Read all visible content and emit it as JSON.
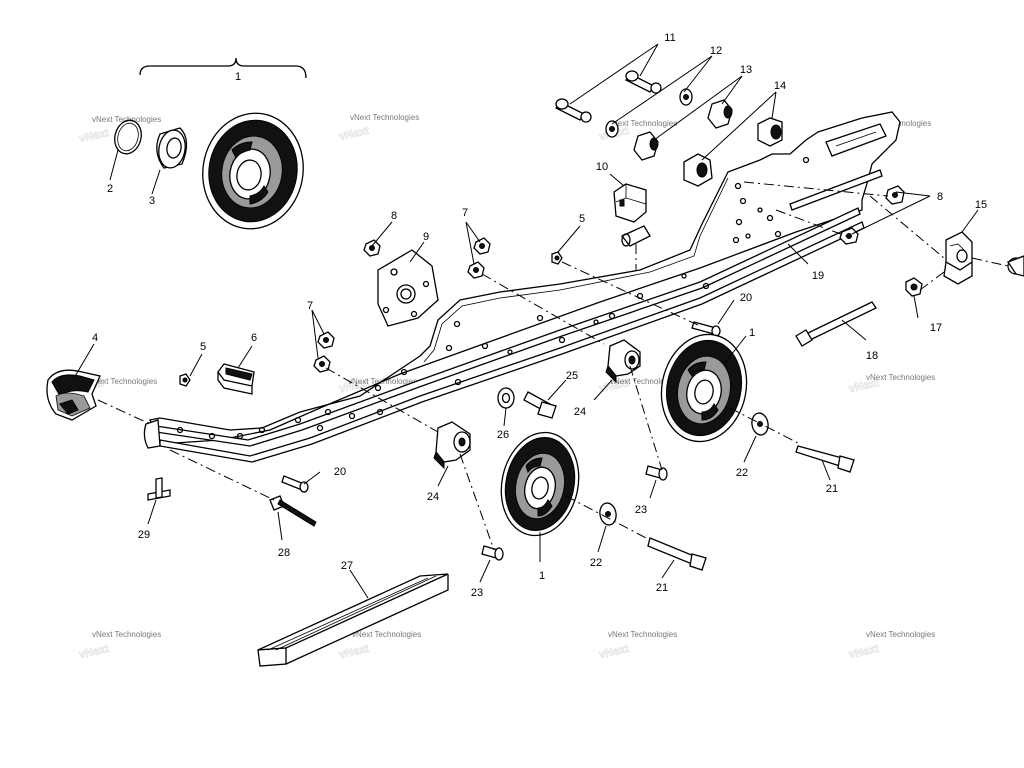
{
  "watermark": {
    "text": "vNext Technologies"
  },
  "callouts": {
    "c1a": "1",
    "c1b": "1",
    "c1c": "1",
    "c2": "2",
    "c3": "3",
    "c4": "4",
    "c5a": "5",
    "c5b": "5",
    "c6": "6",
    "c7a": "7",
    "c7b": "7",
    "c8a": "8",
    "c8b": "8",
    "c9": "9",
    "c10": "10",
    "c11": "11",
    "c12": "12",
    "c13": "13",
    "c14": "14",
    "c15": "15",
    "c17": "17",
    "c18": "18",
    "c19": "19",
    "c20a": "20",
    "c20b": "20",
    "c21a": "21",
    "c21b": "21",
    "c22a": "22",
    "c22b": "22",
    "c23a": "23",
    "c23b": "23",
    "c24a": "24",
    "c24b": "24",
    "c25": "25",
    "c26": "26",
    "c27": "27",
    "c28": "28",
    "c29": "29"
  }
}
